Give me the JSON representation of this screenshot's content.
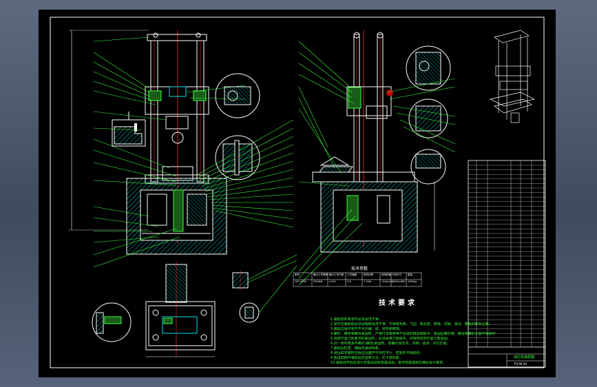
{
  "drawing": {
    "tech_requirements_title": "技术要求",
    "spec_table_title": "技术参数",
    "spec_headers": [
      "型号",
      "最大工作载荷",
      "最大工作行程",
      "工作速度",
      "电机功率",
      "电机转速",
      "外形尺寸",
      "重量"
    ],
    "spec_values": [
      "YDF-5000",
      "5000kN",
      "≥100",
      "0.8",
      "7.5kW",
      "1440r/min",
      "1000×800",
      "2000kg"
    ],
    "tech_notes": [
      "1.装配前所有零件必须清洗干净，",
      "2.零件在装配前必须清理和清洗干净，不得有毛刺、飞边、氧化皮、锈蚀、切屑、油污、着色剂和灰尘等。",
      "3.装配过程中零件不允许磕、碰、划伤和锈蚀。",
      "4.螺钉、螺栓和螺母紧固时，严禁打击或使用不合适的旋具和扳手，紧固后螺钉槽、螺母和螺钉头部不得损坏。",
      "5.规定拧紧力矩要求的紧固件，必须采用力矩扳手，并按规定的拧紧力矩紧固。",
      "6.同一零件用多件螺钉(螺栓)紧固时，各螺钉需交叉、对称、逐步、均匀拧紧。",
      "7.装配后检查，确保无漏油现象。",
      "8.液压缸安装时应保证活塞杆与导柱平行，密封件不得损伤。",
      "9.各运动部件装配后应运转灵活，无卡滞现象。",
      "10.装配完毕后应进行空载试验和负载试验，各项性能指标应满足设计要求。"
    ],
    "title_block": {
      "drawing_name": "液压机装配图",
      "drawing_number": "YYJ-00-00"
    },
    "colors": {
      "background": "#000000",
      "frame": "#ffffff",
      "geometry": "#ffffff",
      "leaders": "#3cff3c",
      "centerlines": "#ff3030",
      "hatch": "#00c8c8",
      "parts": "#00e6e6"
    }
  }
}
